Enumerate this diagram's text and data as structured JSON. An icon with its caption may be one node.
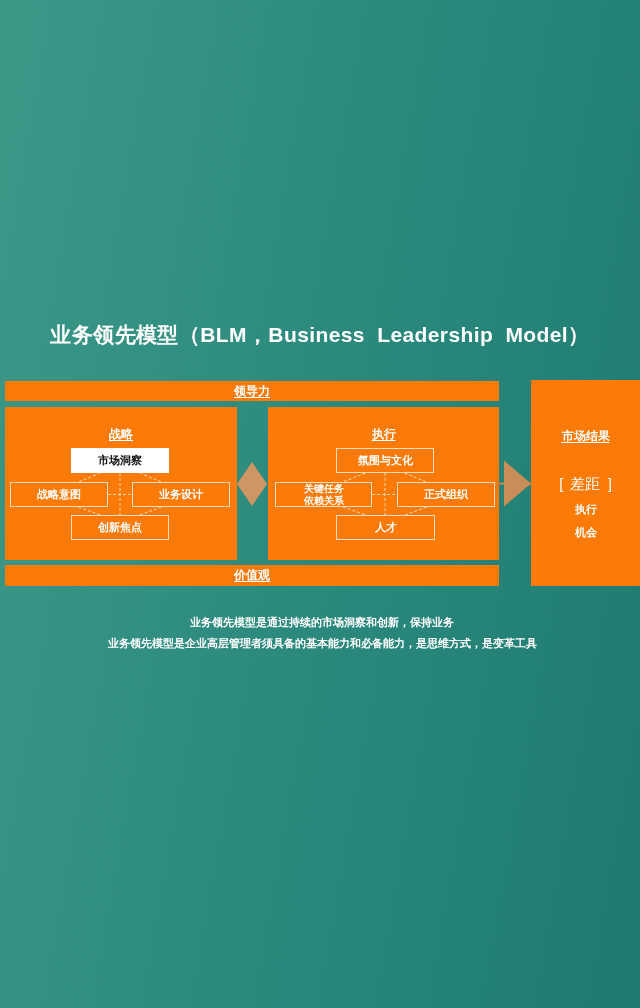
{
  "diagram": {
    "title": "业务领先模型（BLM，Business Leadership Model）",
    "nodes": [
      {
        "text": [
          "领导力"
        ]
      },
      {
        "text": [
          "战略"
        ]
      },
      {
        "text": [
          "市场洞察"
        ],
        "in": 1
      },
      {
        "text": [
          "战略意图"
        ],
        "in": 1
      },
      {
        "text": [
          "业务设计"
        ],
        "in": 1
      },
      {
        "text": [
          "创新焦点"
        ],
        "in": 1
      },
      {
        "text": [],
        "shape": "diamond"
      },
      {
        "text": [
          "执行"
        ]
      },
      {
        "text": [
          "氛围与文化"
        ],
        "in": 7
      },
      {
        "text": [
          "关键任务依赖关系"
        ],
        "in": 7
      },
      {
        "text": [
          "正式组织"
        ],
        "in": 7
      },
      {
        "text": [
          "人才"
        ],
        "in": 7
      },
      {
        "text": [
          "市场结果",
          "[ 差距 ]",
          "执行",
          "机会"
        ]
      },
      {
        "text": [
          "价值观"
        ]
      }
    ],
    "edges": [
      {
        "from": 2,
        "to": 3,
        "arrow": "none",
        "style": "dashed"
      },
      {
        "from": 2,
        "to": 4,
        "arrow": "none",
        "style": "dashed"
      },
      {
        "from": 2,
        "to": 5,
        "arrow": "none",
        "style": "dashed"
      },
      {
        "from": 3,
        "to": 4,
        "arrow": "none",
        "style": "dashed"
      },
      {
        "from": 3,
        "to": 5,
        "arrow": "none",
        "style": "dashed"
      },
      {
        "from": 4,
        "to": 5,
        "arrow": "none",
        "style": "dashed"
      },
      {
        "from": 8,
        "to": 9,
        "arrow": "none",
        "style": "dashed"
      },
      {
        "from": 8,
        "to": 10,
        "arrow": "none",
        "style": "dashed"
      },
      {
        "from": 8,
        "to": 11,
        "arrow": "none",
        "style": "dashed"
      },
      {
        "from": 9,
        "to": 10,
        "arrow": "none",
        "style": "dashed"
      },
      {
        "from": 9,
        "to": 11,
        "arrow": "none",
        "style": "dashed"
      },
      {
        "from": 10,
        "to": 11,
        "arrow": "none",
        "style": "dashed"
      },
      {
        "from": 7,
        "to": 12,
        "arrow": "to",
        "color": "#c98d57"
      }
    ],
    "labels": [
      "业务领先模型是通过持续的市场洞察和创新，保持业务",
      "业务领先模型是企业高层管理者须具备的基本能力和必备能力，是思维方式，是变革工具"
    ]
  }
}
